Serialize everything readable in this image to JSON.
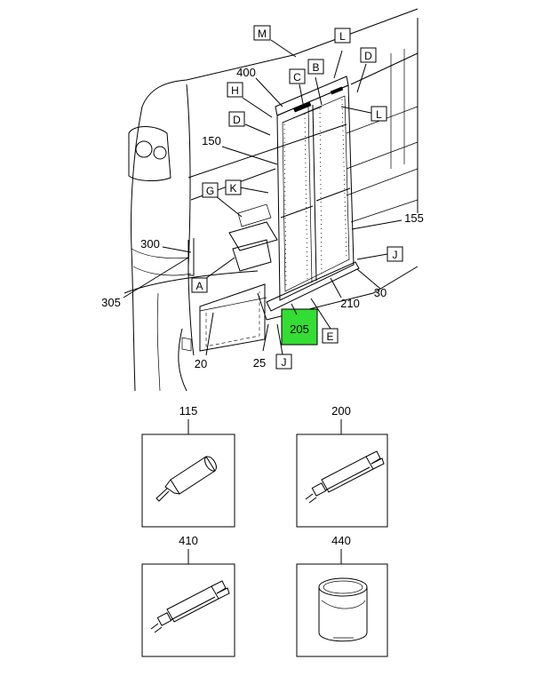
{
  "highlight_color": "#33dd33",
  "callouts": {
    "M": "M",
    "L_top": "L",
    "D_top": "D",
    "B": "B",
    "C": "C",
    "H": "H",
    "L_right": "L",
    "D_left": "D",
    "K": "K",
    "G": "G",
    "J_right": "J",
    "A": "A",
    "E": "E",
    "J_bottom": "J"
  },
  "numbers": {
    "n400": "400",
    "n150": "150",
    "n155": "155",
    "n300": "300",
    "n305": "305",
    "n30": "30",
    "n210": "210",
    "n205": "205",
    "n25": "25",
    "n20": "20"
  },
  "kits": [
    {
      "label": "115",
      "icon": "sealant-tube-icon"
    },
    {
      "label": "200",
      "icon": "dual-syringe-icon"
    },
    {
      "label": "410",
      "icon": "dual-syringe-icon"
    },
    {
      "label": "440",
      "icon": "paint-can-icon"
    }
  ]
}
